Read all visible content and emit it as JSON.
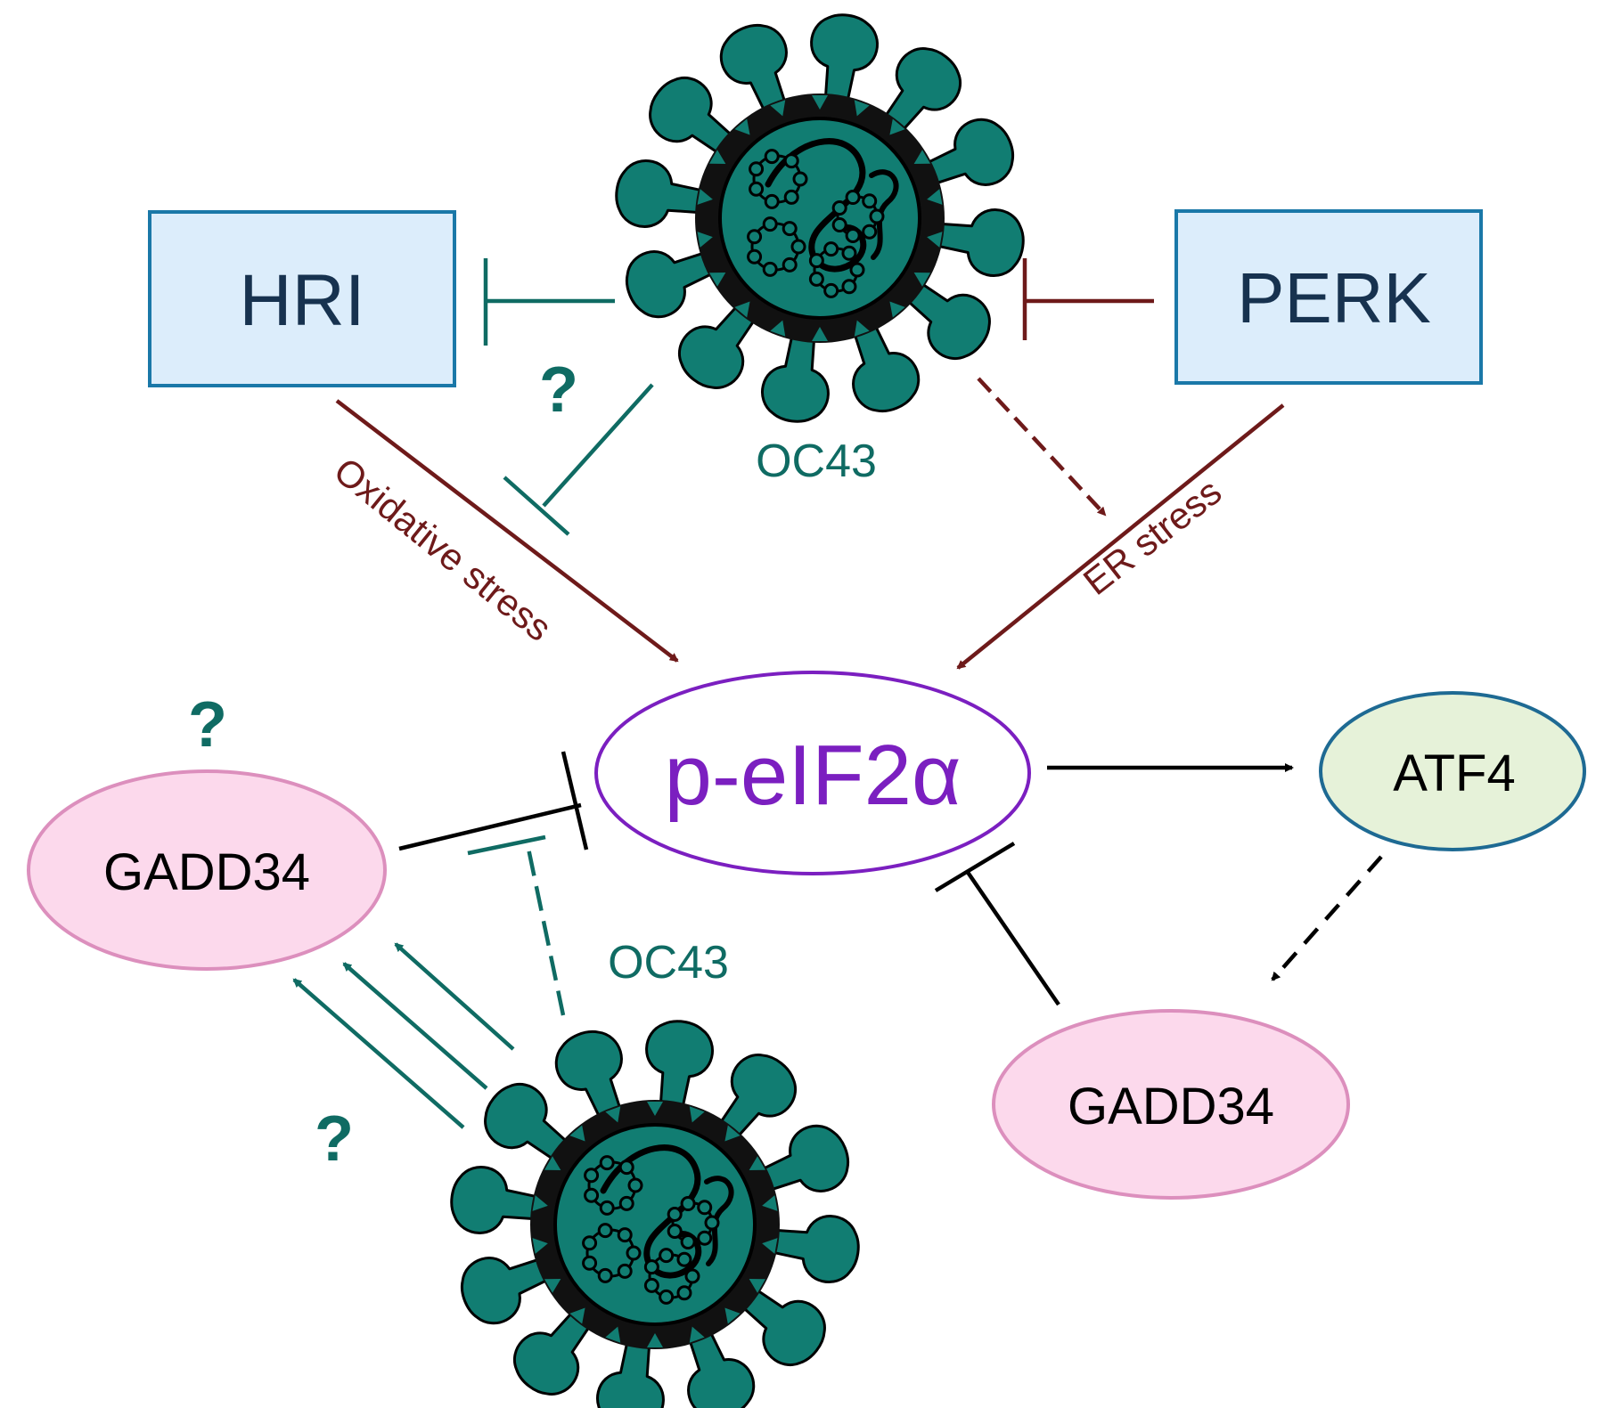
{
  "nodes": {
    "hri": "HRI",
    "perk": "PERK",
    "peif2a": "p-eIF2α",
    "atf4": "ATF4",
    "gadd34_left": "GADD34",
    "gadd34_right": "GADD34"
  },
  "virus_labels": {
    "top": "OC43",
    "bottom": "OC43"
  },
  "edge_labels": {
    "oxidative": "Oxidative stress",
    "er": "ER stress"
  },
  "unknowns": {
    "q1": "?",
    "q2": "?",
    "q3": "?"
  },
  "colors": {
    "teal": "#0f6b63",
    "virus_fill": "#117d72",
    "maroon": "#6e1a1a",
    "purple": "#7b1fc0",
    "box_fill": "#dcedfb",
    "box_border": "#1a78a8",
    "gadd_fill": "#fcd9ec",
    "gadd_border": "#dc8fbd",
    "atf_fill": "#e6f2d9",
    "atf_border": "#1e6a93",
    "dark_text": "#17324f"
  }
}
